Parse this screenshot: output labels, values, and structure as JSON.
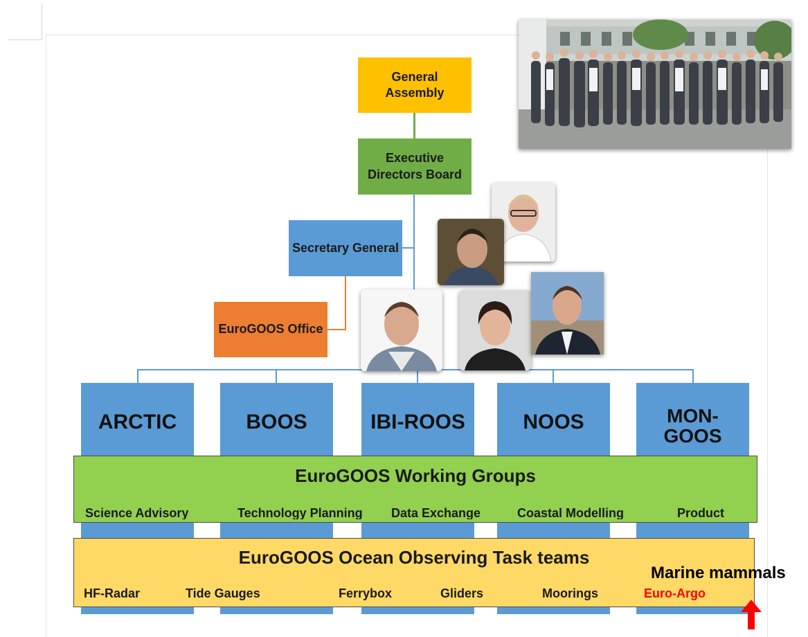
{
  "org_chart": {
    "general_assembly": "General\nAssembly",
    "executive_board": "Executive\nDirectors Board",
    "secretary_general": "Secretary General",
    "eurogoos_office": "EuroGOOS Office"
  },
  "roos": [
    "ARCTIC",
    "BOOS",
    "IBI-ROOS",
    "NOOS",
    "MON-\nGOOS"
  ],
  "working_groups": {
    "title": "EuroGOOS Working Groups",
    "items": [
      "Science Advisory",
      "Technology Planning",
      "Data Exchange",
      "Coastal Modelling",
      "Product"
    ]
  },
  "task_teams": {
    "title": "EuroGOOS Ocean Observing Task teams",
    "items": [
      "HF-Radar",
      "Tide Gauges",
      "Ferrybox",
      "Gliders",
      "Moorings",
      "Euro-Argo"
    ]
  },
  "annotation": {
    "marine_mammals": "Marine mammals"
  },
  "colors": {
    "assembly": "#ffc000",
    "board": "#70ad47",
    "roos": "#5b9bd5",
    "office": "#ed7d31",
    "working_groups": "#92d050",
    "task_teams": "#ffd966",
    "euro_argo": "#ff0000",
    "arrow": "#ff0000"
  }
}
